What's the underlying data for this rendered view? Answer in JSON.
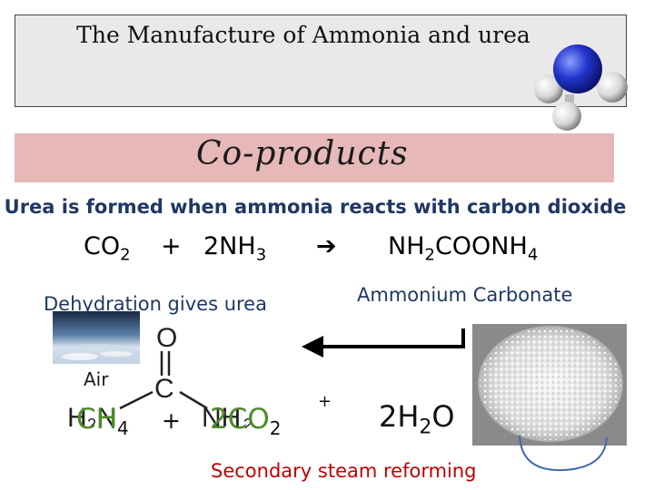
{
  "slide": {
    "title": "The Manufacture of Ammonia and urea",
    "banner": "Co-products",
    "subtitle": "Urea is formed when ammonia reacts with carbon dioxide"
  },
  "equation": {
    "co2": "CO",
    "co2_sub": "2",
    "plus": "+",
    "nh3_prefix": "2NH",
    "nh3_sub": "3",
    "arrow": "➔",
    "product_a": "NH",
    "product_a_sub": "2",
    "product_b": "COONH",
    "product_b_sub": "4"
  },
  "labels": {
    "dehydration": "Dehydration gives urea",
    "ammonium_carbonate": "Ammonium Carbonate",
    "air": "Air",
    "plus_small": "+",
    "water_coef": "2H",
    "water_sub": "2",
    "water_o": "O",
    "secondary": "Secondary steam reforming"
  },
  "urea_structure": {
    "o": "O",
    "c": "C",
    "left_group": "H",
    "left_sub": "2",
    "left_n": "N",
    "right_group": "NH",
    "right_sub": "2"
  },
  "reforming": {
    "ch4": "CH",
    "ch4_sub": "4",
    "plus": "+",
    "co2": "2CO",
    "co2_sub": "2"
  },
  "colors": {
    "accent_text": "#1f3864",
    "highlight_red": "#c00000",
    "green": "#4e8b2a",
    "banner": "#e6b8b7",
    "nitrogen_blue": "#2233cc"
  }
}
